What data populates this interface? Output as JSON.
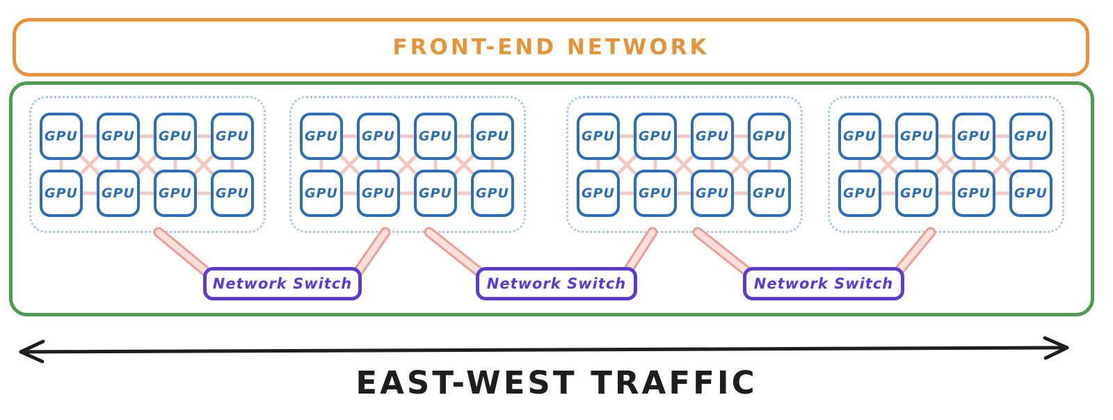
{
  "frontend": {
    "label": "FRONT-END NETWORK"
  },
  "backend": {
    "clusters": [
      {
        "id": "gpu-cluster-1",
        "gpus": [
          "GPU",
          "GPU",
          "GPU",
          "GPU",
          "GPU",
          "GPU",
          "GPU",
          "GPU"
        ]
      },
      {
        "id": "gpu-cluster-2",
        "gpus": [
          "GPU",
          "GPU",
          "GPU",
          "GPU",
          "GPU",
          "GPU",
          "GPU",
          "GPU"
        ]
      },
      {
        "id": "gpu-cluster-3",
        "gpus": [
          "GPU",
          "GPU",
          "GPU",
          "GPU",
          "GPU",
          "GPU",
          "GPU",
          "GPU"
        ]
      },
      {
        "id": "gpu-cluster-4",
        "gpus": [
          "GPU",
          "GPU",
          "GPU",
          "GPU",
          "GPU",
          "GPU",
          "GPU",
          "GPU"
        ]
      }
    ],
    "switches": [
      {
        "label": "Network Switch"
      },
      {
        "label": "Network Switch"
      },
      {
        "label": "Network Switch"
      }
    ]
  },
  "footer": {
    "label": "EAST-WEST TRAFFIC"
  },
  "colors": {
    "frontend_orange": "#E6943A",
    "backend_green": "#4F9B54",
    "gpu_blue": "#2D6DB8",
    "cluster_dot_blue": "#A9C9EA",
    "mesh_pink": "#F2C8C3",
    "link_pink_edge": "#EC9E96",
    "link_pink_fill": "#FBDFDA",
    "switch_purple": "#5B3BD0",
    "ink_black": "#1E1E1E"
  }
}
